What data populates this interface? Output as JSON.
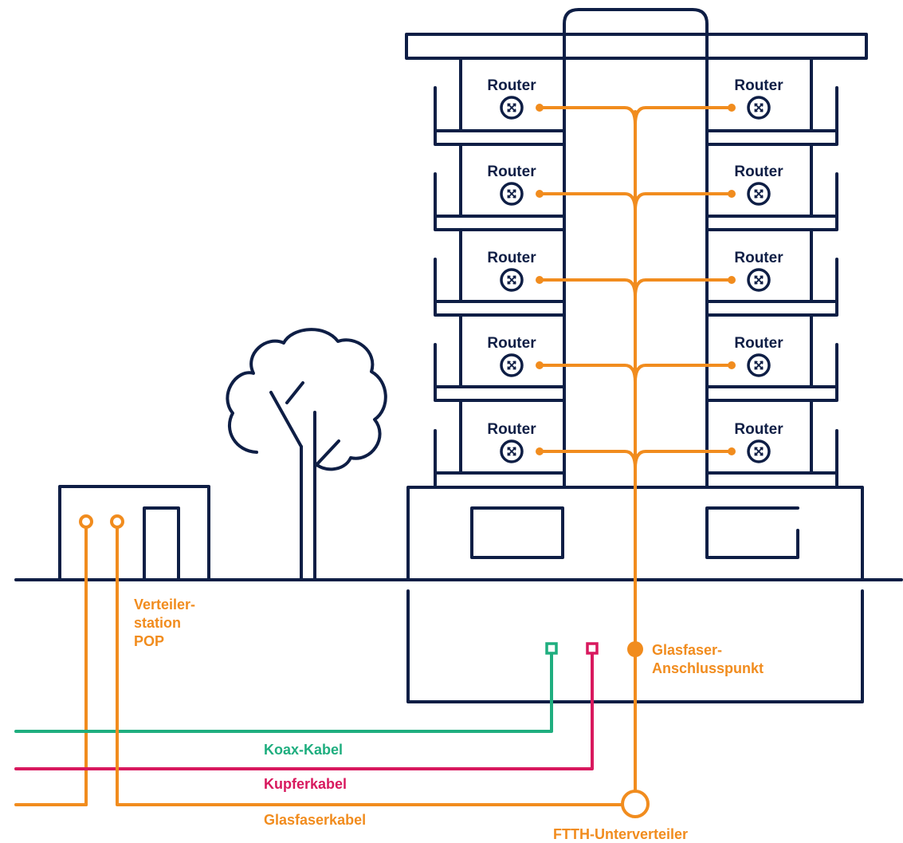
{
  "labels": {
    "router": "Router",
    "station_line1": "Verteiler-",
    "station_line2": "station",
    "station_line3": "POP",
    "access_point_line1": "Glasfaser-",
    "access_point_line2": "Anschlusspunkt",
    "coax_cable": "Koax-Kabel",
    "copper_cable": "Kupferkabel",
    "fiber_cable": "Glasfaserkabel",
    "ftth_distributor": "FTTH-Unterverteiler"
  },
  "colors": {
    "outline": "#0e1e45",
    "fiber": "#f18c1e",
    "coax": "#1fae7f",
    "copper": "#d8195e"
  }
}
